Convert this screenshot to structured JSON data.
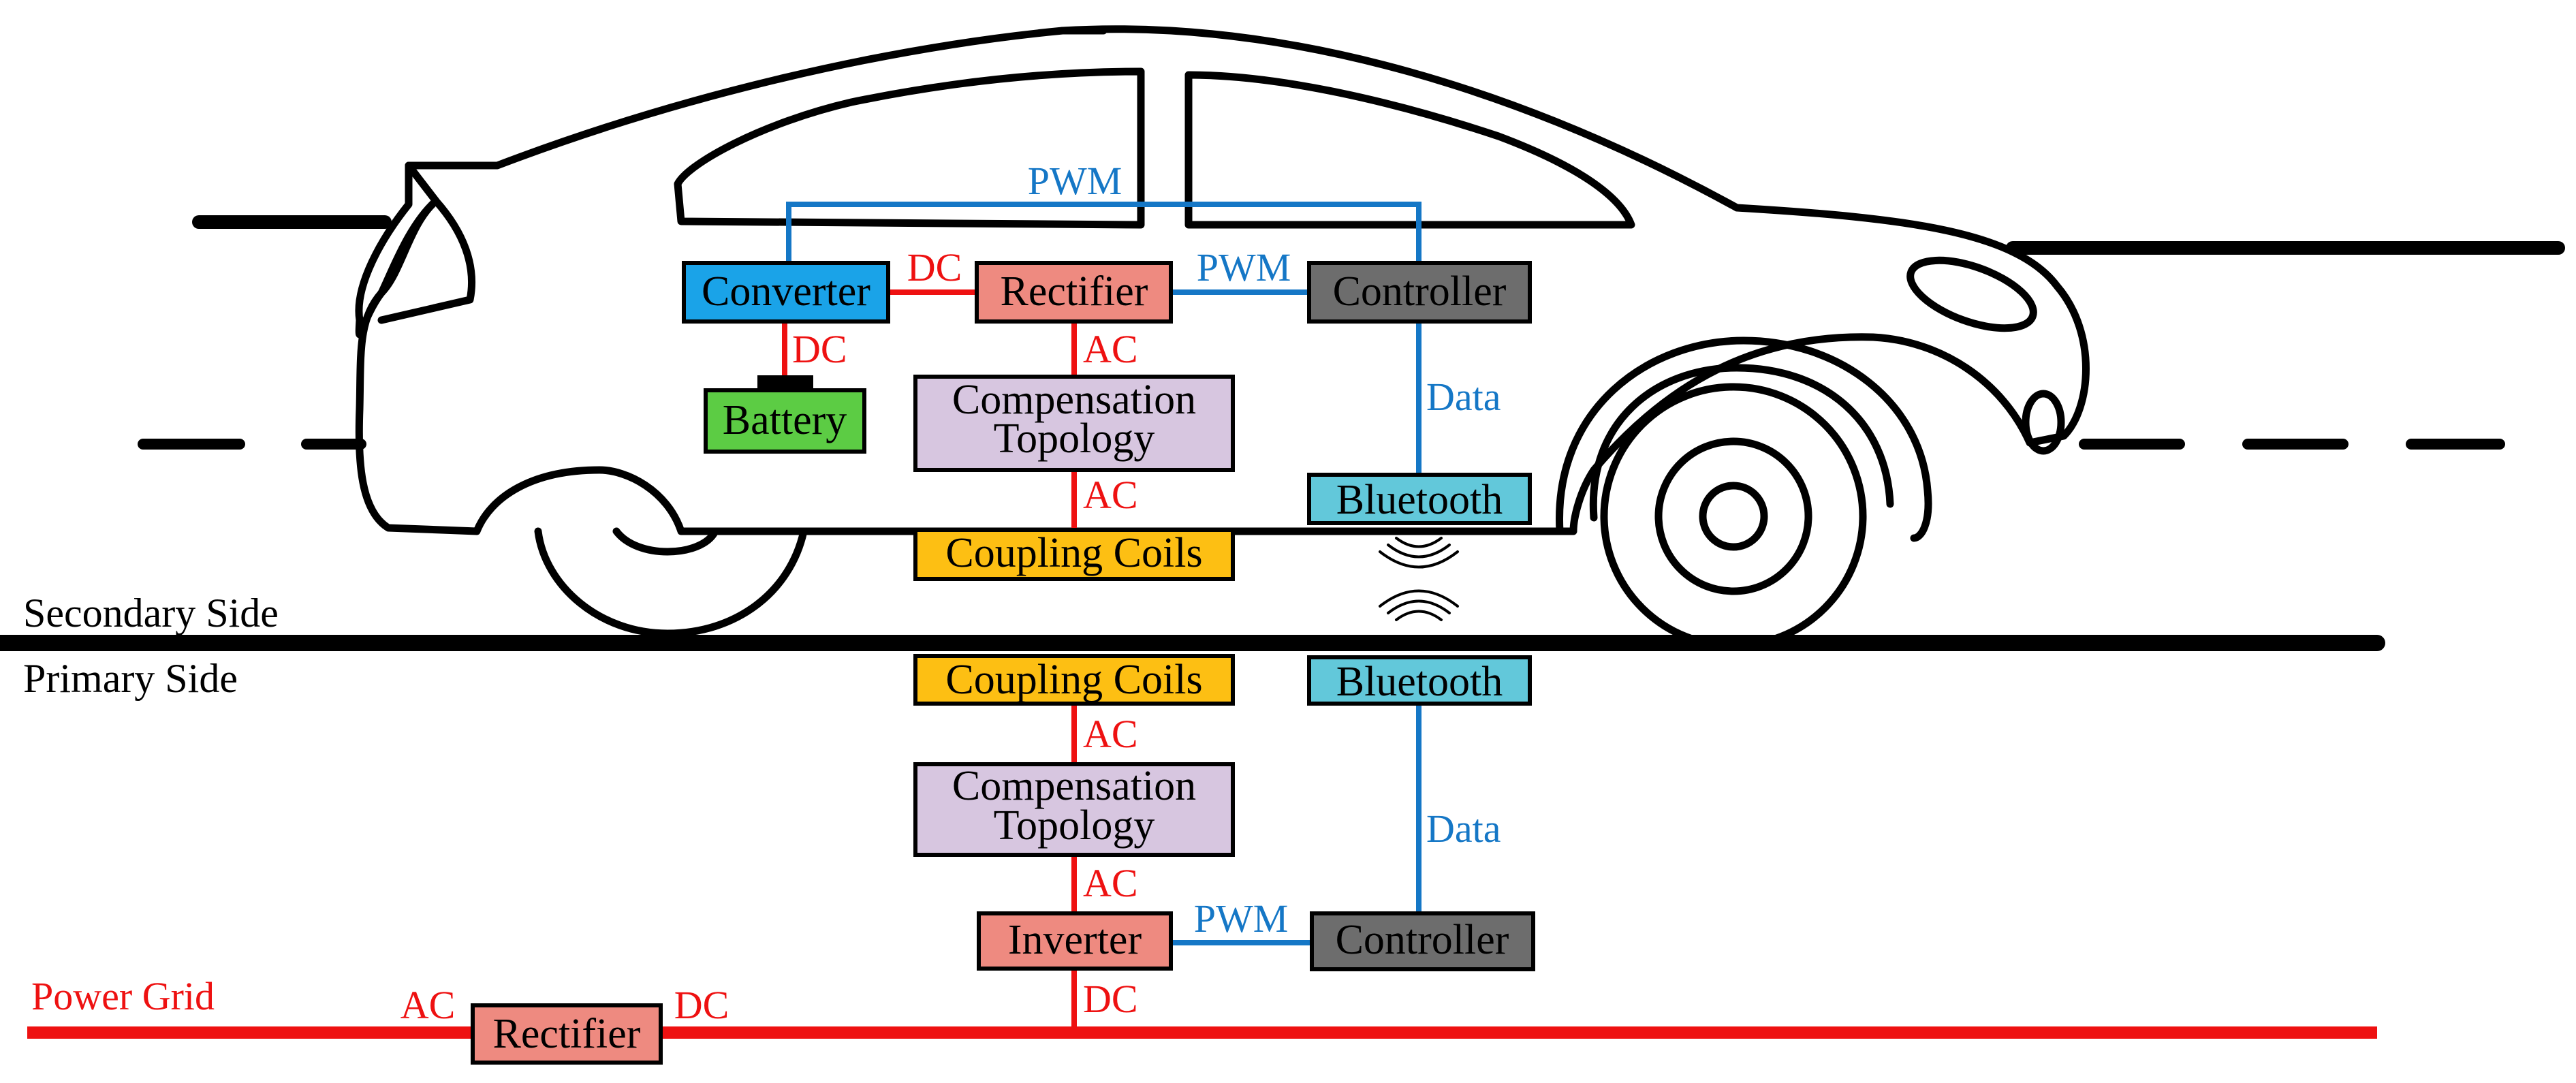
{
  "sides": {
    "secondary": "Secondary Side",
    "primary": "Primary Side"
  },
  "grid": {
    "label": "Power Grid"
  },
  "secondary": {
    "converter": "Converter",
    "rectifier": "Rectifier",
    "controller": "Controller",
    "battery": "Battery",
    "compensation_line1": "Compensation",
    "compensation_line2": "Topology",
    "bluetooth": "Bluetooth",
    "coupling_coils": "Coupling Coils"
  },
  "primary": {
    "coupling_coils": "Coupling Coils",
    "bluetooth": "Bluetooth",
    "compensation_line1": "Compensation",
    "compensation_line2": "Topology",
    "inverter": "Inverter",
    "controller": "Controller",
    "grid_rectifier": "Rectifier"
  },
  "signals": {
    "pwm_top": "PWM",
    "pwm_secondary": "PWM",
    "pwm_primary": "PWM",
    "dc_converter_rectifier": "DC",
    "dc_battery": "DC",
    "ac_rectifier_comp": "AC",
    "ac_comp_coils": "AC",
    "data_secondary": "Data",
    "ac_primary_coils_comp": "AC",
    "ac_primary_comp_inverter": "AC",
    "data_primary": "Data",
    "dc_inverter_grid": "DC",
    "ac_grid_rectifier": "AC",
    "dc_grid_rectifier": "DC"
  },
  "colors": {
    "power_lines": "#ee1111",
    "signal_lines": "#1577c6",
    "converter": "#1aa3e8",
    "rectifier": "#ee8a80",
    "controller": "#6d6d6d",
    "battery": "#5ccc44",
    "compensation": "#d7c6e0",
    "bluetooth": "#62c8da",
    "coupling_coils": "#fdbf13"
  }
}
